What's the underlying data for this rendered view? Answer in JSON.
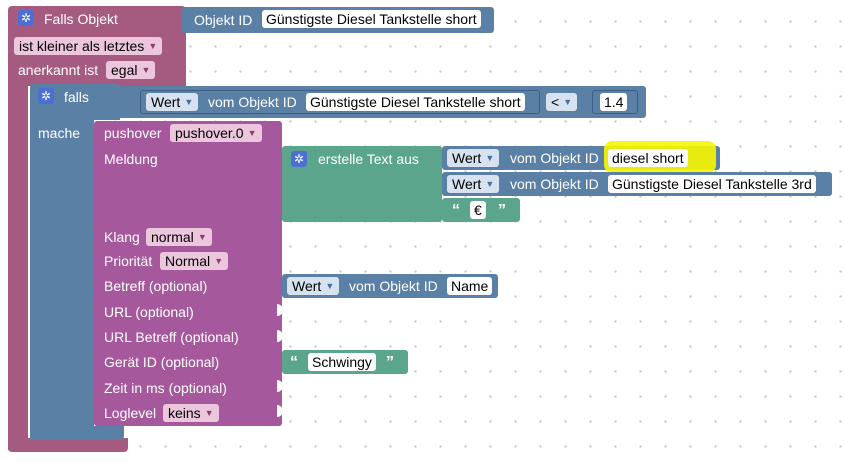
{
  "falls_objekt": {
    "title": "Falls Objekt",
    "objekt_id_label": "Objekt ID",
    "objekt_id_value": "Günstigste Diesel Tankstelle short",
    "condition_dropdown": "ist kleiner als letztes",
    "anerkannt_label": "anerkannt ist",
    "anerkannt_dropdown": "egal"
  },
  "falls": {
    "title": "falls",
    "mache_label": "mache",
    "compare": {
      "wert_dropdown": "Wert",
      "vom_objekt_label": "vom Objekt ID",
      "objekt_value": "Günstigste Diesel Tankstelle short",
      "operator": "<",
      "number": "1.4"
    }
  },
  "pushover": {
    "label": "pushover",
    "instance_dropdown": "pushover.0",
    "meldung_label": "Meldung",
    "klang_label": "Klang",
    "klang_dropdown": "normal",
    "prioritaet_label": "Priorität",
    "prioritaet_dropdown": "Normal",
    "betreff_label": "Betreff (optional)",
    "url_label": "URL (optional)",
    "url_betreff_label": "URL Betreff (optional)",
    "geraet_label": "Gerät ID (optional)",
    "zeit_label": "Zeit in ms (optional)",
    "loglevel_label": "Loglevel",
    "loglevel_dropdown": "keins"
  },
  "text_block": {
    "title": "erstelle Text aus",
    "item1": {
      "wert": "Wert",
      "vom_objekt": "vom Objekt ID",
      "value": "diesel short"
    },
    "item2": {
      "wert": "Wert",
      "vom_objekt": "vom Objekt ID",
      "value": "Günstigste Diesel Tankstelle 3rd"
    },
    "item3": {
      "open_quote": "“",
      "text": "€",
      "close_quote": "”"
    }
  },
  "betreff_value": {
    "wert": "Wert",
    "vom_objekt": "vom Objekt ID",
    "value": "Name"
  },
  "geraet_value": {
    "open_quote": "“",
    "text": "Schwingy",
    "close_quote": "”"
  },
  "colors": {
    "event_block": "#a55b80",
    "logic_block": "#5b80a5",
    "pushover_block": "#a5589c",
    "text_block": "#5ba58c",
    "value_block": "#5b80a5",
    "highlight": "#f6f600",
    "gear": "#4c6fd6"
  }
}
